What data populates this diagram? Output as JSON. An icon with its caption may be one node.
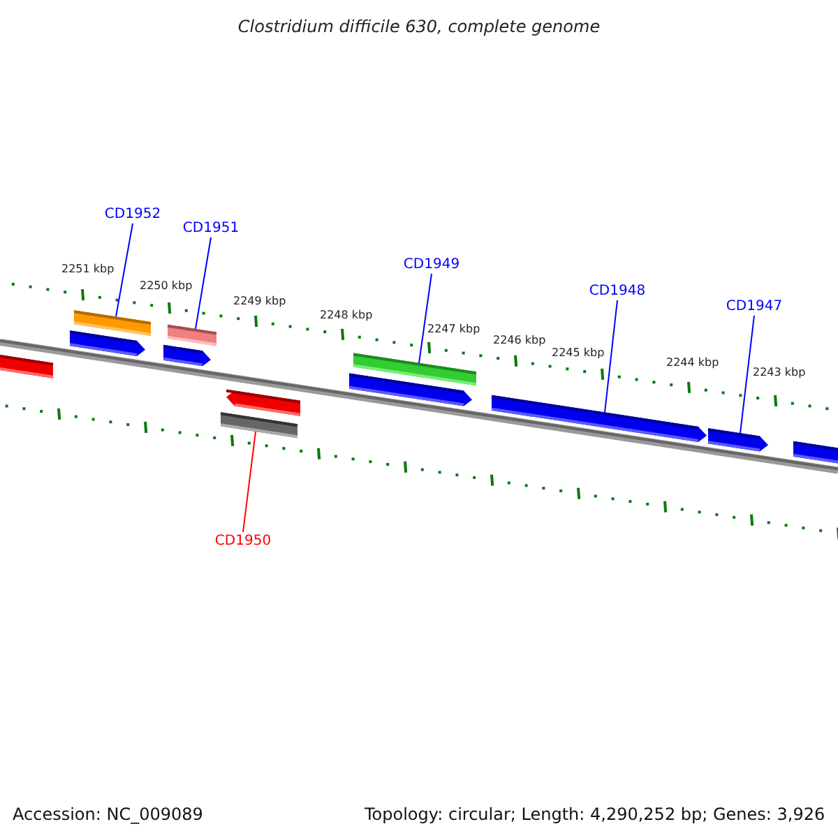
{
  "diagram": {
    "title": "Clostridium difficile 630, complete genome",
    "nodes": [
      {
        "text": [
          "CD1952"
        ]
      },
      {
        "text": [
          "CD1951"
        ]
      },
      {
        "text": [
          "CD1949"
        ]
      },
      {
        "text": [
          "CD1948"
        ]
      },
      {
        "text": [
          "CD1947"
        ]
      },
      {
        "text": [
          "CD1950"
        ]
      },
      {
        "text": [],
        "shape": "bar"
      },
      {
        "text": [],
        "shape": "bar"
      },
      {
        "text": [],
        "shape": "bar"
      },
      {
        "text": [],
        "shape": "bar"
      },
      {
        "text": [],
        "shape": "bar"
      },
      {
        "text": [],
        "shape": "bar"
      }
    ],
    "edges": [
      {
        "from": 0,
        "to": 6,
        "arrow": "none"
      },
      {
        "from": 1,
        "to": 7,
        "arrow": "none"
      },
      {
        "from": 2,
        "to": 9,
        "arrow": "none"
      },
      {
        "from": 3,
        "to": 10,
        "arrow": "none"
      },
      {
        "from": 4,
        "to": 11,
        "arrow": "none"
      },
      {
        "from": 5,
        "to": 8,
        "arrow": "none",
        "color": "#ff0000"
      }
    ],
    "labels": [
      "2251 kbp",
      "2250 kbp",
      "2249 kbp",
      "2248 kbp",
      "2247 kbp",
      "2246 kbp",
      "2245 kbp",
      "2244 kbp",
      "2243 kbp",
      "Accession: NC_009089",
      "Topology: circular; Length: 4,290,252 bp; Genes: 3,926"
    ]
  }
}
